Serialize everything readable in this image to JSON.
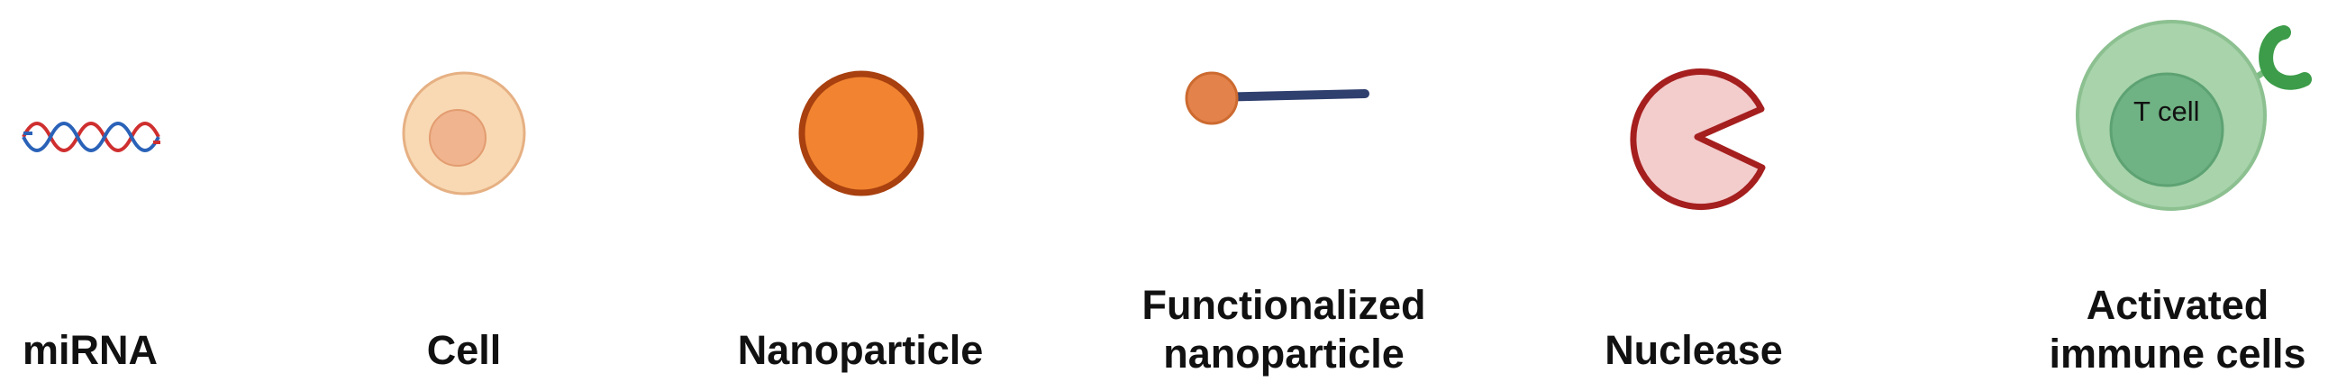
{
  "items": [
    {
      "id": "mirna",
      "label": "miRNA",
      "icon": "dna-helix-icon"
    },
    {
      "id": "cell",
      "label": "Cell",
      "icon": "cell-icon"
    },
    {
      "id": "nanoparticle",
      "label": "Nanoparticle",
      "icon": "nanoparticle-icon"
    },
    {
      "id": "functionalized",
      "label_line1": "Functionalized",
      "label_line2": "nanoparticle",
      "icon": "functionalized-nanoparticle-icon"
    },
    {
      "id": "nuclease",
      "label": "Nuclease",
      "icon": "nuclease-icon"
    },
    {
      "id": "tcell",
      "label_line1": "Activated",
      "label_line2": "immune cells",
      "icon_text": "T cell",
      "icon": "t-cell-icon"
    }
  ],
  "colors": {
    "dna_strand_a": "#cf2f2f",
    "dna_strand_b": "#2a62b8",
    "cell_fill": "#f8d9b3",
    "cell_nucleus": "#f0b48e",
    "nanoparticle_fill": "#f28330",
    "nanoparticle_border": "#a8400f",
    "functionalized_ball": "#e3824a",
    "functionalized_stick": "#2f3f6e",
    "nuclease_fill": "#f3cccc",
    "nuclease_border": "#a51f1f",
    "tcell_outer": "#a8d3ab",
    "tcell_inner": "#6fb283",
    "receptor": "#3c9c49"
  }
}
